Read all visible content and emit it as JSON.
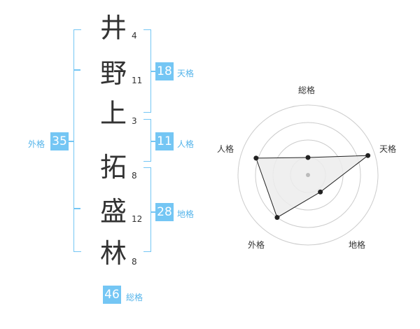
{
  "name": {
    "characters": [
      {
        "char": "井",
        "strokes": "4"
      },
      {
        "char": "野",
        "strokes": "11"
      },
      {
        "char": "上",
        "strokes": "3"
      },
      {
        "char": "拓",
        "strokes": "8"
      },
      {
        "char": "盛",
        "strokes": "12"
      },
      {
        "char": "林",
        "strokes": "8"
      }
    ]
  },
  "fortunes": {
    "tenkaku": {
      "value": "18",
      "label": "天格"
    },
    "jinkaku": {
      "value": "11",
      "label": "人格"
    },
    "chikaku": {
      "value": "28",
      "label": "地格"
    },
    "gaikaku": {
      "value": "35",
      "label": "外格"
    },
    "soukaku": {
      "value": "46",
      "label": "総格"
    }
  },
  "radar": {
    "axes": [
      "総格",
      "天格",
      "地格",
      "外格",
      "人格"
    ],
    "values": [
      0.25,
      0.9,
      0.3,
      0.75,
      0.78
    ],
    "levels": 4,
    "colors": {
      "grid": "#cccccc",
      "fill": "#ececec",
      "line": "#222222",
      "point": "#222222",
      "center": "#bbbbbb"
    }
  },
  "colors": {
    "accent": "#74c6f4",
    "accent_text": "#55b4ea",
    "text": "#333333"
  }
}
